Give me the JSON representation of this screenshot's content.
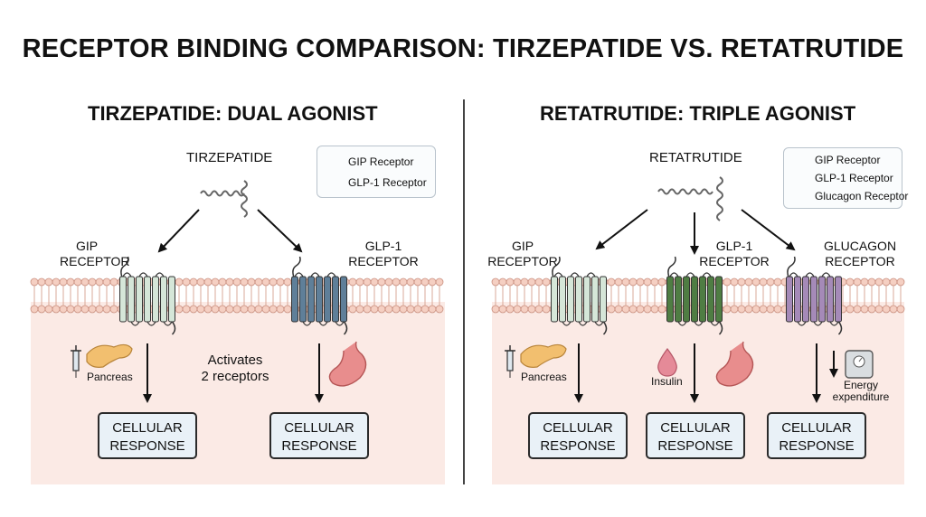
{
  "title": "RECEPTOR BINDING COMPARISON: TIRZEPATIDE VS. RETATRUTIDE",
  "left": {
    "heading": "TIRZEPATIDE: DUAL AGONIST",
    "drug": "TIRZEPATIDE",
    "legend": [
      "GIP Receptor",
      "GLP-1 Receptor"
    ],
    "receptor_gip_label": [
      "GIP",
      "RECEPTOR"
    ],
    "receptor_glp1_label": [
      "GLP-1",
      "RECEPTOR"
    ],
    "pancreas": "Pancreas",
    "activates": [
      "Activates",
      "2 receptors"
    ],
    "response": [
      "CELLULAR",
      "RESPONSE"
    ]
  },
  "right": {
    "heading": "RETATRUTIDE: TRIPLE AGONIST",
    "drug": "RETATRUTIDE",
    "legend": [
      "GIP Receptor",
      "GLP-1 Receptor",
      "Glucagon Receptor"
    ],
    "receptor_gip_label": [
      "GIP",
      "RECEPTOR"
    ],
    "receptor_glp1_label": [
      "GLP-1",
      "RECEPTOR"
    ],
    "receptor_glucagon_label": [
      "GLUCAGON",
      "RECEPTOR"
    ],
    "pancreas": "Pancreas",
    "insulin": "Insulin",
    "energy": [
      "Energy",
      "expenditure"
    ],
    "response": [
      "CELLULAR",
      "RESPONSE"
    ]
  },
  "colors": {
    "gip": "#d5e6d8",
    "glp1_left": "#5f7f99",
    "glp1_right": "#4f7d43",
    "glucagon": "#a58ab8",
    "membrane": "#f5cfc2",
    "cytoplasm": "#fbeae5",
    "response_box": "#e9f1f7"
  }
}
